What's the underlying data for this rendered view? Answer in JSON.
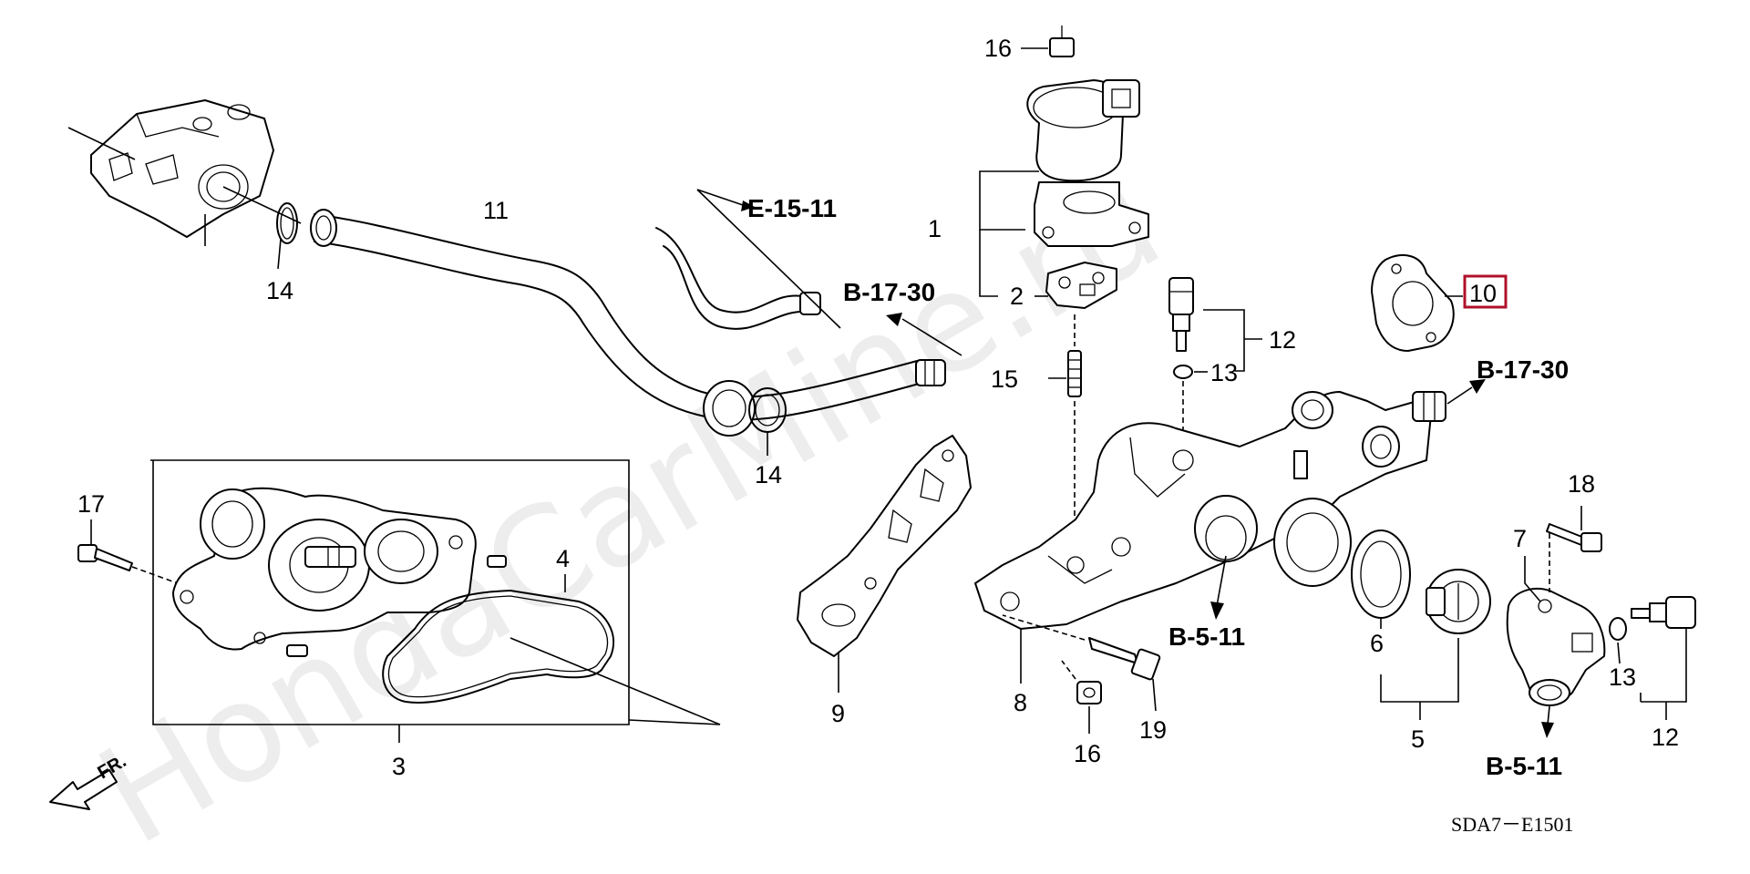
{
  "diagram": {
    "watermark": "HondaCarMine.ru",
    "diagram_code": "SDA7－E1501",
    "direction_label": "FR.",
    "highlighted_callout": "10",
    "callouts": {
      "c1": "1",
      "c2": "2",
      "c3": "3",
      "c4": "4",
      "c5": "5",
      "c6": "6",
      "c7": "7",
      "c8": "8",
      "c9": "9",
      "c10": "10",
      "c11": "11",
      "c12a": "12",
      "c12b": "12",
      "c13a": "13",
      "c13b": "13",
      "c14a": "14",
      "c14b": "14",
      "c15": "15",
      "c16a": "16",
      "c16b": "16",
      "c17": "17",
      "c18": "18",
      "c19": "19"
    },
    "references": {
      "ref_e1511": "E-15-11",
      "ref_b1730_left": "B-17-30",
      "ref_b1730_right": "B-17-30",
      "ref_b511_left": "B-5-11",
      "ref_b511_right": "B-5-11"
    }
  }
}
